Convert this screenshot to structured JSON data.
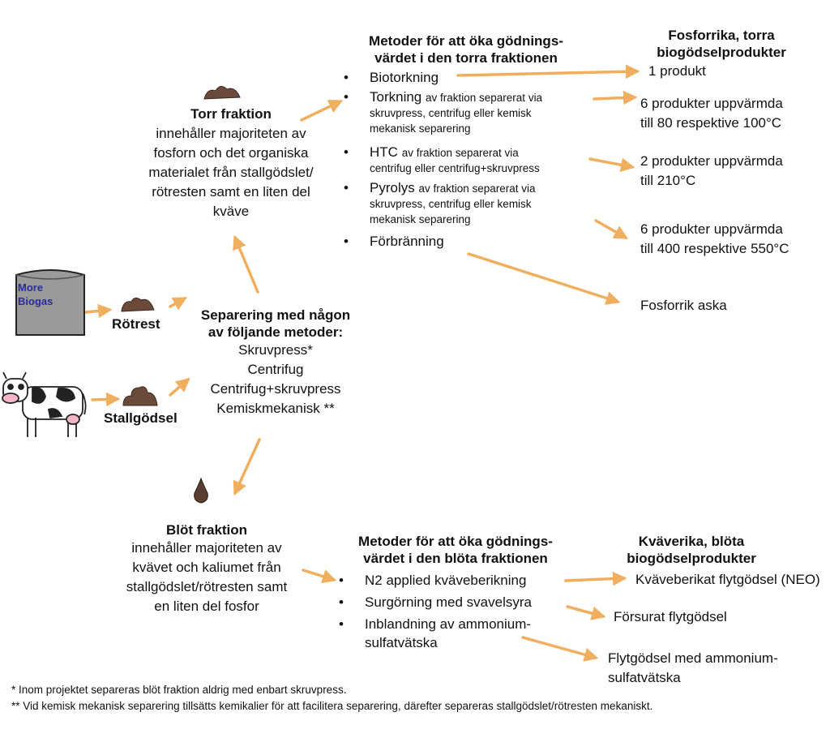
{
  "colors": {
    "arrow": "#F0AE5F",
    "manure": "#6B4A3B",
    "silo": "#9A9A9A",
    "silo_text": "#2A2AA0"
  },
  "silo": {
    "label_line1": "More",
    "label_line2": "Biogas"
  },
  "sources": {
    "digestate": "Rötrest",
    "manure": "Stallgödsel"
  },
  "separation": {
    "title_line1": "Separering med någon",
    "title_line2": "av följande metoder:",
    "methods": [
      "Skruvpress*",
      "Centrifug",
      "Centrifug+skruvpress",
      "Kemiskmekanisk **"
    ]
  },
  "dry_fraction": {
    "title": "Torr fraktion",
    "lines": [
      "innehåller majoriteten av",
      "fosforn och det organiska",
      "materialet från stallgödslet/",
      "rötresten samt en liten del",
      "kväve"
    ]
  },
  "dry_methods": {
    "title_line1": "Metoder för att öka gödnings-",
    "title_line2": "värdet i den torra fraktionen",
    "items": [
      {
        "main": "Biotorkning",
        "detail_lines": []
      },
      {
        "main": "Torkning",
        "detail_first": "av fraktion separerat via",
        "detail_lines": [
          "skruvpress, centrifug eller kemisk",
          "mekanisk separering"
        ]
      },
      {
        "main": "HTC",
        "detail_first": "av fraktion separerat via",
        "detail_lines": [
          "centrifug eller centrifug+skruvpress"
        ]
      },
      {
        "main": "Pyrolys",
        "detail_first": "av fraktion separerat via",
        "detail_lines": [
          "skruvpress, centrifug eller kemisk",
          "mekanisk separering"
        ]
      },
      {
        "main": "Förbränning",
        "detail_lines": []
      }
    ]
  },
  "dry_products": {
    "title_line1": "Fosforrika, torra",
    "title_line2": "biogödselprodukter",
    "items": [
      [
        "1 produkt"
      ],
      [
        "6  produkter uppvärmda",
        "till 80 respektive 100°C"
      ],
      [
        "2 produkter uppvärmda",
        "till 210°C"
      ],
      [
        "6 produkter uppvärmda",
        "till 400 respektive 550°C"
      ],
      [
        "Fosforrik aska"
      ]
    ]
  },
  "wet_fraction": {
    "title": "Blöt fraktion",
    "lines": [
      "innehåller majoriteten av",
      "kvävet och kaliumet från",
      "stallgödslet/rötresten samt",
      "en liten del fosfor"
    ]
  },
  "wet_methods": {
    "title_line1": "Metoder för att öka gödnings-",
    "title_line2": "värdet i den blöta fraktionen",
    "items": [
      [
        "N2 applied kväveberikning"
      ],
      [
        "Surgörning med svavelsyra"
      ],
      [
        "Inblandning av ammonium-",
        "sulfatvätska"
      ]
    ]
  },
  "wet_products": {
    "title_line1": "Kväverika, blöta",
    "title_line2": "biogödselprodukter",
    "items": [
      [
        "Kväveberikat flytgödsel (NEO)"
      ],
      [
        "Försurat flytgödsel"
      ],
      [
        "Flytgödsel med ammonium-",
        "sulfatvätska"
      ]
    ]
  },
  "bullet": "•",
  "footnotes": [
    "* Inom projektet separeras blöt fraktion aldrig med enbart skruvpress.",
    "** Vid kemisk mekanisk separering tillsätts kemikalier för att facilitera separering, därefter separeras stallgödslet/rötresten mekaniskt."
  ]
}
